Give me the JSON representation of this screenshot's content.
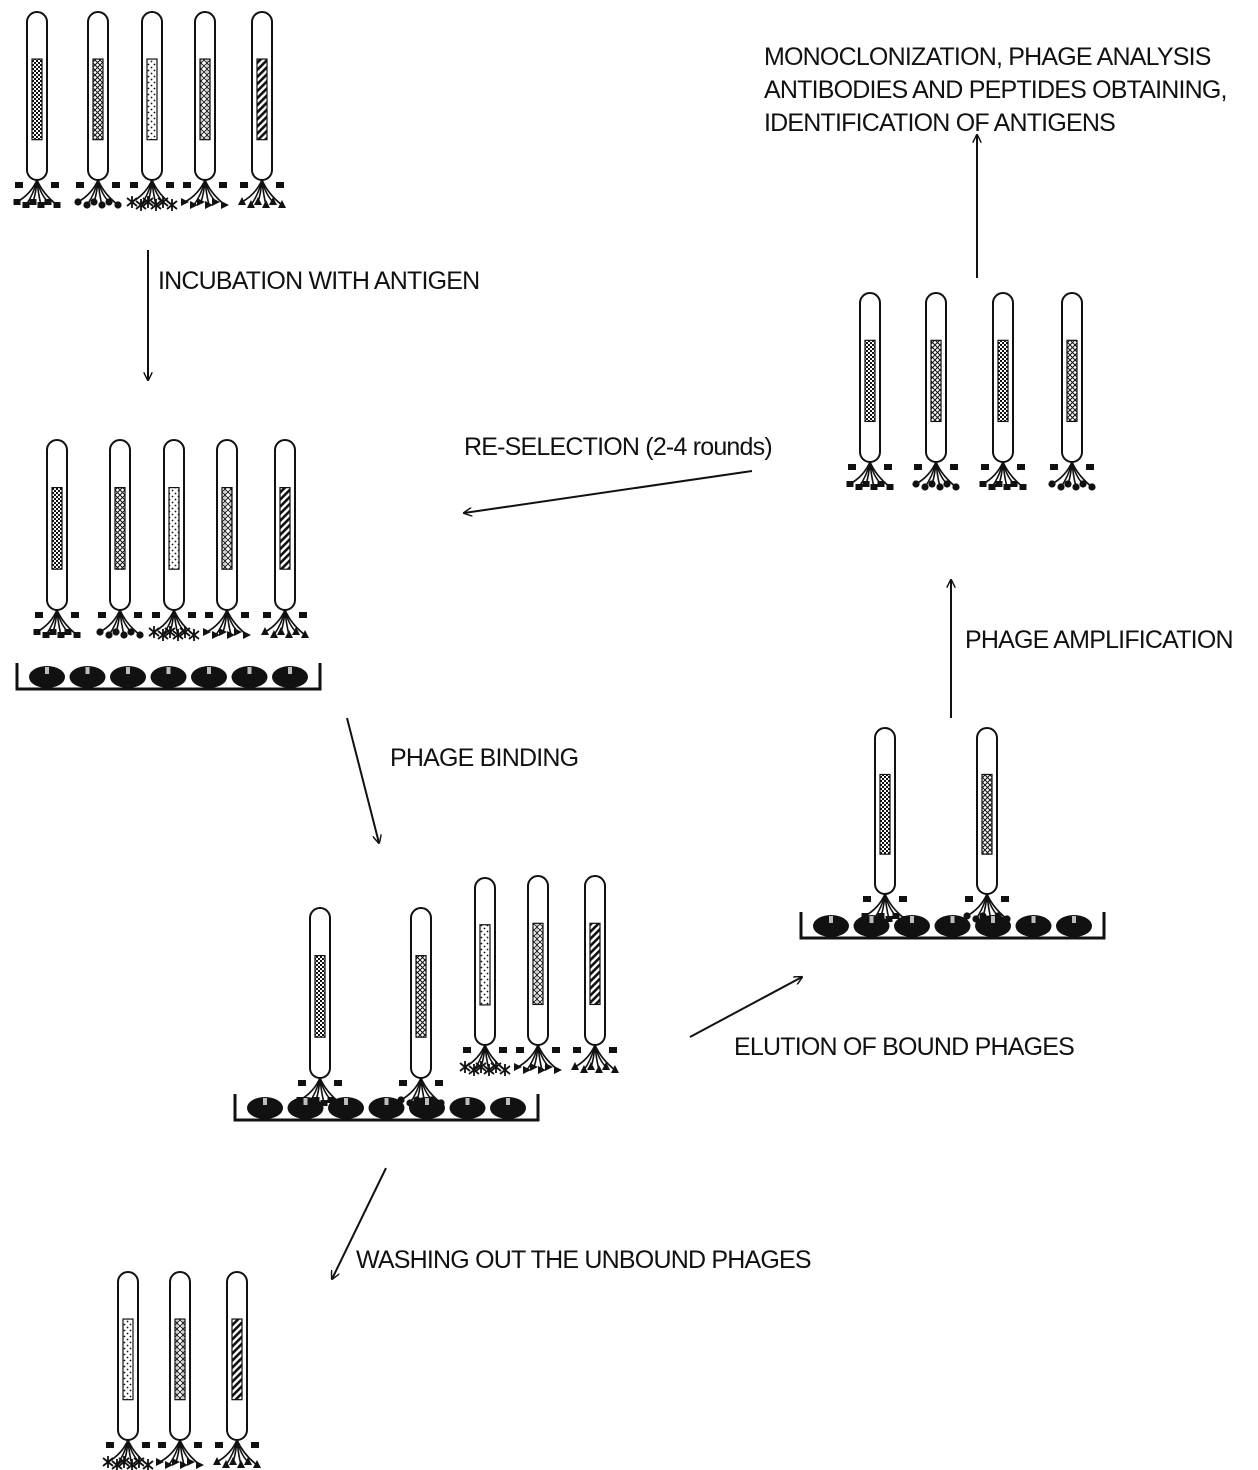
{
  "labels": {
    "incubation": "INCUBATION WITH ANTIGEN",
    "reselection": "RE-SELECTION (2-4 rounds)",
    "phage_binding": "PHAGE BINDING",
    "washing": "WASHING OUT THE UNBOUND PHAGES",
    "elution": "ELUTION OF BOUND PHAGES",
    "amplification": "PHAGE AMPLIFICATION",
    "final_lines": [
      "MONOCLONIZATION, PHAGE ANALYSIS",
      "ANTIBODIES AND PEPTIDES OBTAINING,",
      "IDENTIFICATION OF ANTIGENS"
    ]
  },
  "colors": {
    "ink": "#111111",
    "background": "#ffffff",
    "antigen_mark": "#bdbdbd"
  }
}
